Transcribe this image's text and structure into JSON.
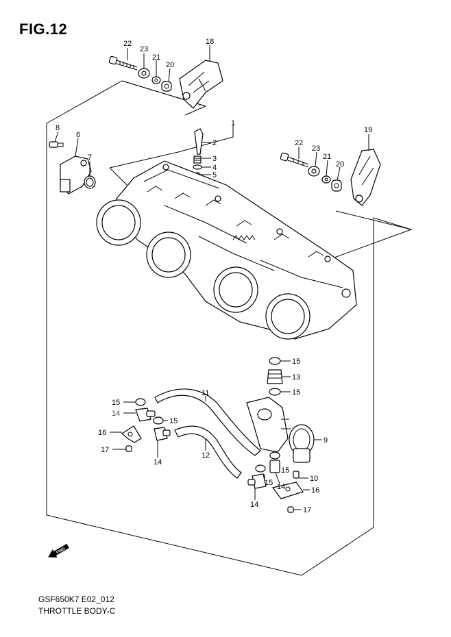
{
  "figure": {
    "title": "FIG.12",
    "code": "GSF650K7 E02_012",
    "name": "THROTTLE BODY-C",
    "fwd": "FWD"
  },
  "callouts": [
    {
      "id": "c22a",
      "text": "22"
    },
    {
      "id": "c23a",
      "text": "23"
    },
    {
      "id": "c21a",
      "text": "21"
    },
    {
      "id": "c20a",
      "text": "20"
    },
    {
      "id": "c18",
      "text": "18"
    },
    {
      "id": "c8",
      "text": "8"
    },
    {
      "id": "c6",
      "text": "6"
    },
    {
      "id": "c7",
      "text": "7"
    },
    {
      "id": "c1",
      "text": "1"
    },
    {
      "id": "c2",
      "text": "2"
    },
    {
      "id": "c3",
      "text": "3"
    },
    {
      "id": "c4",
      "text": "4"
    },
    {
      "id": "c5",
      "text": "5"
    },
    {
      "id": "c19",
      "text": "19"
    },
    {
      "id": "c22b",
      "text": "22"
    },
    {
      "id": "c23b",
      "text": "23"
    },
    {
      "id": "c21b",
      "text": "21"
    },
    {
      "id": "c20b",
      "text": "20"
    },
    {
      "id": "c15a",
      "text": "15"
    },
    {
      "id": "c13",
      "text": "13"
    },
    {
      "id": "c15b",
      "text": "15"
    },
    {
      "id": "c15c",
      "text": "15"
    },
    {
      "id": "c14a",
      "text": "14"
    },
    {
      "id": "c11",
      "text": "11"
    },
    {
      "id": "c15d",
      "text": "15"
    },
    {
      "id": "c16a",
      "text": "16"
    },
    {
      "id": "c14b",
      "text": "14"
    },
    {
      "id": "c17a",
      "text": "17"
    },
    {
      "id": "c12",
      "text": "12"
    },
    {
      "id": "c9",
      "text": "9"
    },
    {
      "id": "c15e",
      "text": "15"
    },
    {
      "id": "c10",
      "text": "10"
    },
    {
      "id": "c15f",
      "text": "15"
    },
    {
      "id": "c14c",
      "text": "14"
    },
    {
      "id": "c16b",
      "text": "16"
    },
    {
      "id": "c14d",
      "text": "14"
    },
    {
      "id": "c17b",
      "text": "17"
    }
  ]
}
